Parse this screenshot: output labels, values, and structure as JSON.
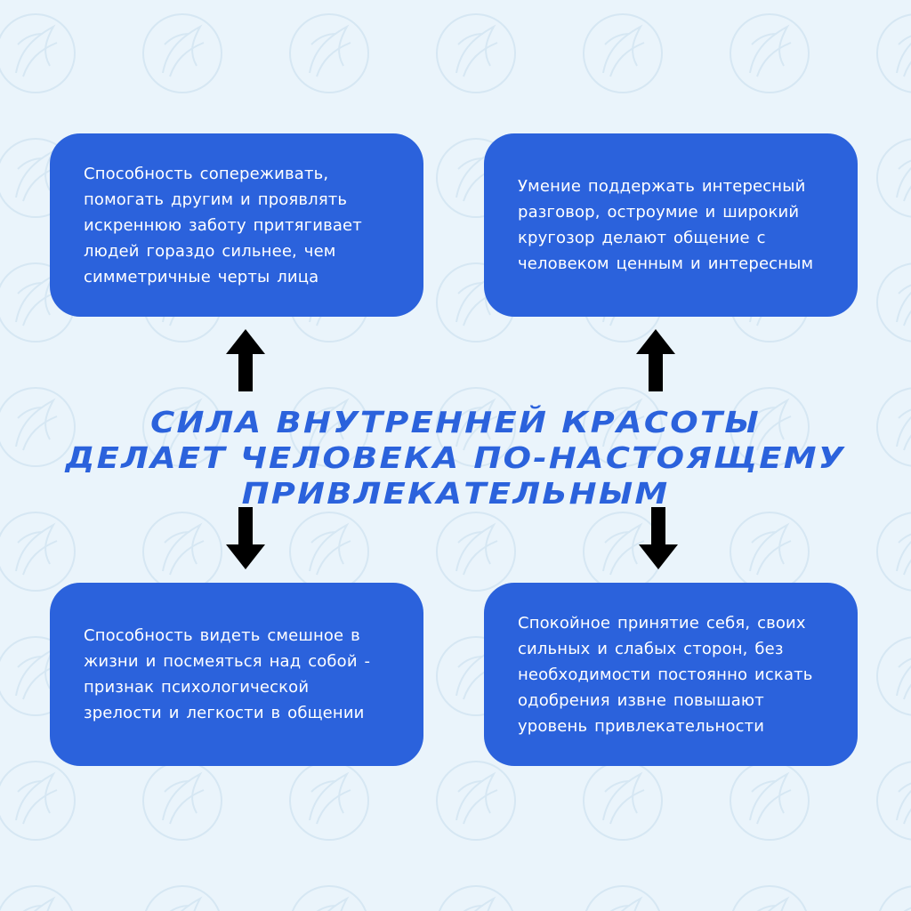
{
  "colors": {
    "background": "#eaf4fb",
    "card": "#2b62dc",
    "card_text": "#ffffff",
    "headline": "#2b62dc",
    "arrow": "#000000",
    "watermark": "#d6e7f3"
  },
  "headline": {
    "line1": "СИЛА ВНУТРЕННЕЙ КРАСОТЫ",
    "line2": "ДЕЛАЕТ ЧЕЛОВЕКА ПО-НАСТОЯЩЕМУ",
    "line3": "ПРИВЛЕКАТЕЛЬНЫМ"
  },
  "cards": {
    "top_left": "Способность сопереживать, помогать другим и проявлять искреннюю заботу притягивает людей гораздо сильнее, чем симметричные черты лица",
    "top_right": "Умение поддержать интересный разговор, остроумие и широкий кругозор делают общение с человеком ценным и интересным",
    "bottom_left": "Способность видеть смешное в жизни и посмеяться над собой - признак психологической зрелости и легкости в общении",
    "bottom_right": "Спокойное принятие себя, своих сильных и слабых сторон, без необходимости постоянно искать одобрения извне повышают уровень привлекательности"
  },
  "icons": {
    "arrows": [
      "arrow-up-icon",
      "arrow-up-icon",
      "arrow-down-icon",
      "arrow-down-icon"
    ],
    "watermark": "bird-logo-watermark"
  }
}
